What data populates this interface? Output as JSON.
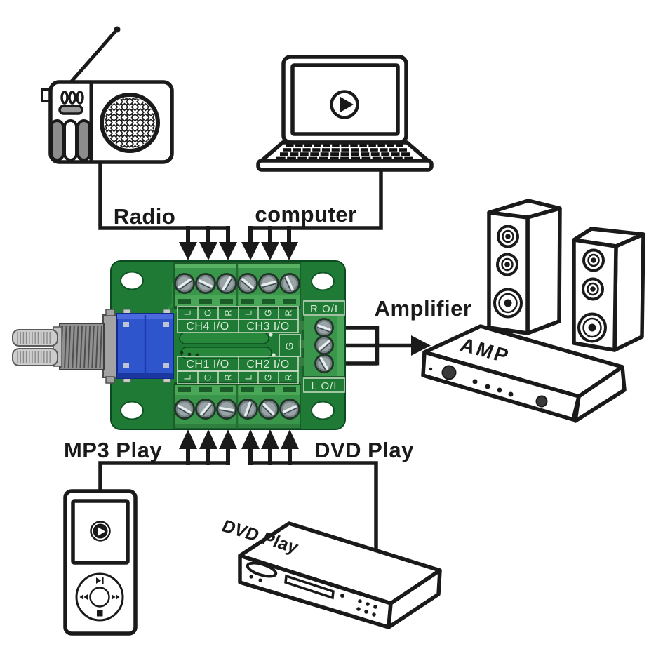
{
  "connections": {
    "radio": "Radio",
    "computer": "computer",
    "amplifier": "Amplifier",
    "mp3": "MP3 Play",
    "dvd": "DVD Play"
  },
  "devices": {
    "amp_label": "AMP",
    "dvd_label": "DVD Play"
  },
  "board": {
    "channels": {
      "ch4": "CH4 I/O",
      "ch3": "CH3 I/O",
      "ch1": "CH1 I/O",
      "ch2": "CH2 I/O"
    },
    "io": {
      "right": "R O/I",
      "left": "L O/I",
      "ground": "G"
    },
    "top_pins": [
      "L",
      "G",
      "R",
      "L",
      "G",
      "R"
    ],
    "bottom_pins": [
      "L",
      "G",
      "R",
      "L",
      "G",
      "R"
    ],
    "colors": {
      "board_green": "#1f7a35",
      "terminal_green": "#3a964a",
      "pot_blue": "#2f55cd"
    }
  }
}
